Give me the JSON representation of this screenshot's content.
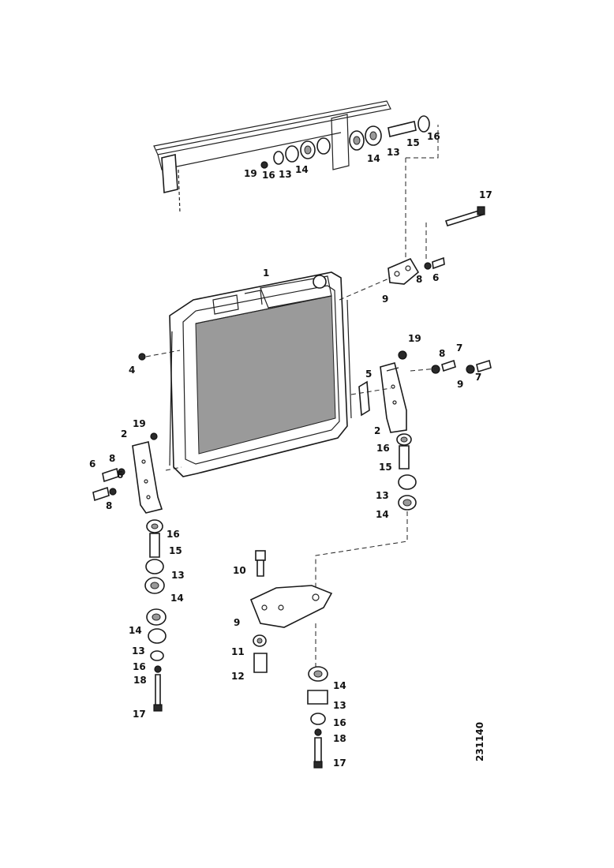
{
  "diagram": {
    "document_number": "231140",
    "callouts": {
      "top": [
        "19",
        "16",
        "13",
        "14",
        "14",
        "13",
        "15",
        "16",
        "17"
      ],
      "upper_bracket": [
        "9",
        "8",
        "6"
      ],
      "radiator": [
        "1",
        "4"
      ],
      "right_mount": [
        "19",
        "8",
        "7",
        "5",
        "9",
        "7",
        "2",
        "16",
        "15",
        "13",
        "14"
      ],
      "left_mount": [
        "2",
        "19",
        "6",
        "8",
        "6",
        "8",
        "16",
        "15",
        "13",
        "14",
        "14",
        "13",
        "16",
        "18",
        "17"
      ],
      "lower_bracket": [
        "10",
        "9",
        "11",
        "12",
        "14",
        "13",
        "16",
        "18",
        "17"
      ]
    }
  }
}
